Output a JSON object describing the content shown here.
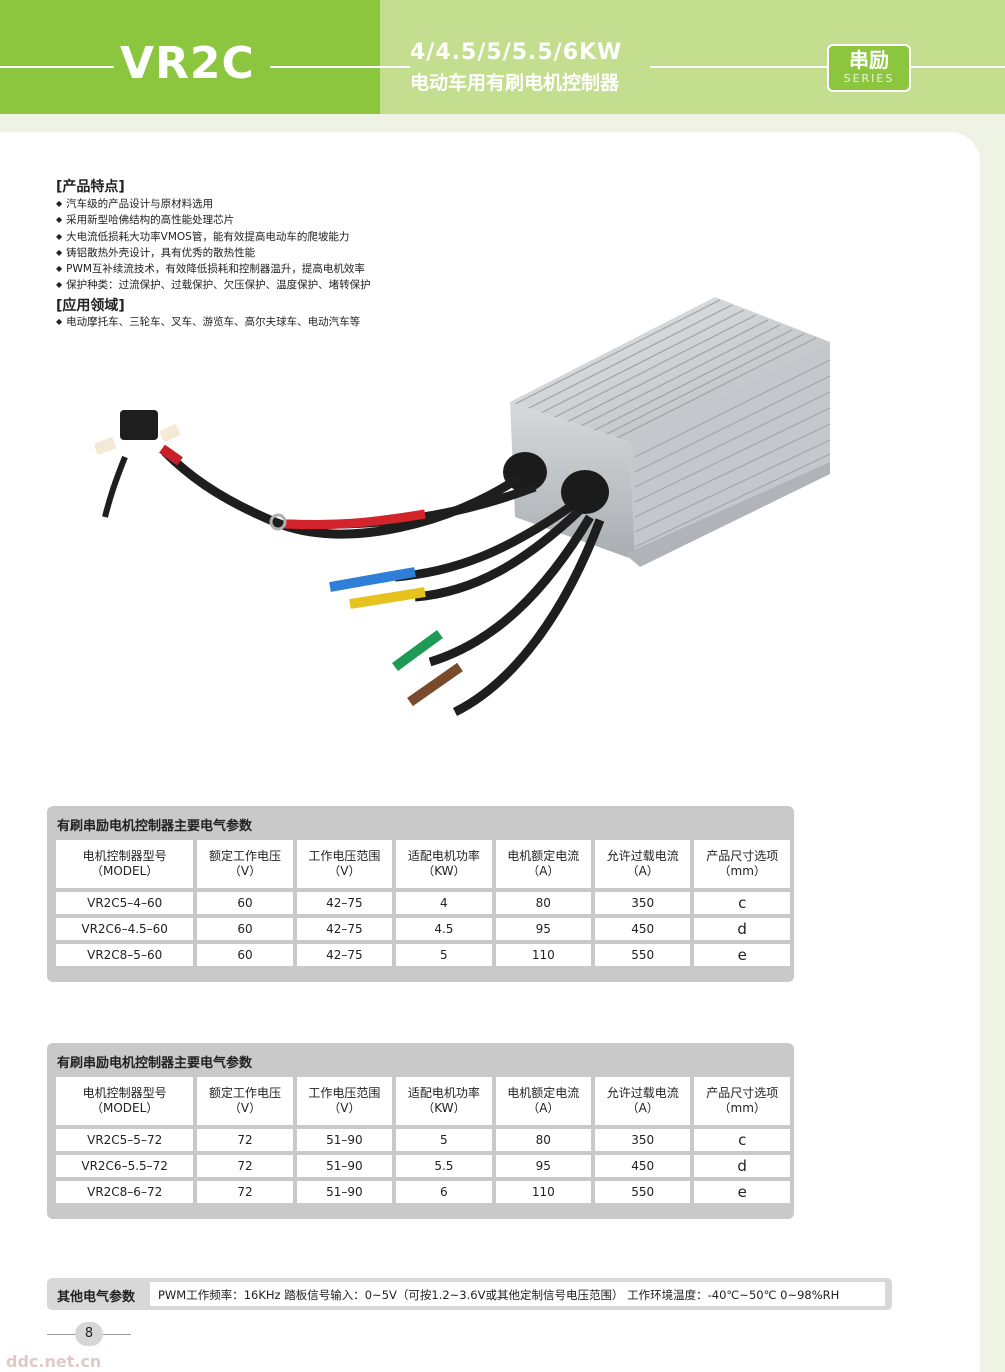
{
  "header": {
    "model": "VR2C",
    "power": "4/4.5/5/5.5/6KW",
    "subtitle": "电动车用有刷电机控制器",
    "badge_cn": "串励",
    "badge_en": "SERIES"
  },
  "features": {
    "title": "[产品特点]",
    "items": [
      "汽车级的产品设计与原材料选用",
      "采用新型哈佛结构的高性能处理芯片",
      "大电流低损耗大功率VMOS管，能有效提高电动车的爬坡能力",
      "铸铝散热外壳设计，具有优秀的散热性能",
      "PWM互补续流技术，有效降低损耗和控制器温升，提高电机效率",
      "保护种类：过流保护、过载保护、欠压保护、温度保护、堵转保护"
    ]
  },
  "applications": {
    "title": "[应用领域]",
    "items": [
      "电动摩托车、三轮车、叉车、游览车、高尔夫球车、电动汽车等"
    ]
  },
  "table1": {
    "title": "有刷串励电机控制器主要电气参数",
    "headers": [
      [
        "电机控制器型号",
        "（MODEL）"
      ],
      [
        "额定工作电压",
        "（V）"
      ],
      [
        "工作电压范围",
        "（V）"
      ],
      [
        "适配电机功率",
        "（KW）"
      ],
      [
        "电机额定电流",
        "（A）"
      ],
      [
        "允许过载电流",
        "（A）"
      ],
      [
        "产品尺寸选项",
        "（mm）"
      ]
    ],
    "rows": [
      [
        "VR2C5–4–60",
        "60",
        "42–75",
        "4",
        "80",
        "350",
        "c"
      ],
      [
        "VR2C6–4.5–60",
        "60",
        "42–75",
        "4.5",
        "95",
        "450",
        "d"
      ],
      [
        "VR2C8–5–60",
        "60",
        "42–75",
        "5",
        "110",
        "550",
        "e"
      ]
    ]
  },
  "table2": {
    "title": "有刷串励电机控制器主要电气参数",
    "headers": [
      [
        "电机控制器型号",
        "（MODEL）"
      ],
      [
        "额定工作电压",
        "（V）"
      ],
      [
        "工作电压范围",
        "（V）"
      ],
      [
        "适配电机功率",
        "（KW）"
      ],
      [
        "电机额定电流",
        "（A）"
      ],
      [
        "允许过载电流",
        "（A）"
      ],
      [
        "产品尺寸选项",
        "（mm）"
      ]
    ],
    "rows": [
      [
        "VR2C5–5–72",
        "72",
        "51–90",
        "5",
        "80",
        "350",
        "c"
      ],
      [
        "VR2C6–5.5–72",
        "72",
        "51–90",
        "5.5",
        "95",
        "450",
        "d"
      ],
      [
        "VR2C8–6–72",
        "72",
        "51–90",
        "6",
        "110",
        "550",
        "e"
      ]
    ]
  },
  "other_params": {
    "label": "其他电气参数",
    "text": "PWM工作频率：16KHz   踏板信号输入：0~5V（可按1.2~3.6V或其他定制信号电压范围）   工作环境温度：-40℃~50℃   0~98%RH"
  },
  "page_number": "8",
  "watermark": "ddc.net.cn",
  "colors": {
    "brand_green": "#8cc63e",
    "light_green": "#c3de8f",
    "table_gray": "#c9c9c9"
  }
}
